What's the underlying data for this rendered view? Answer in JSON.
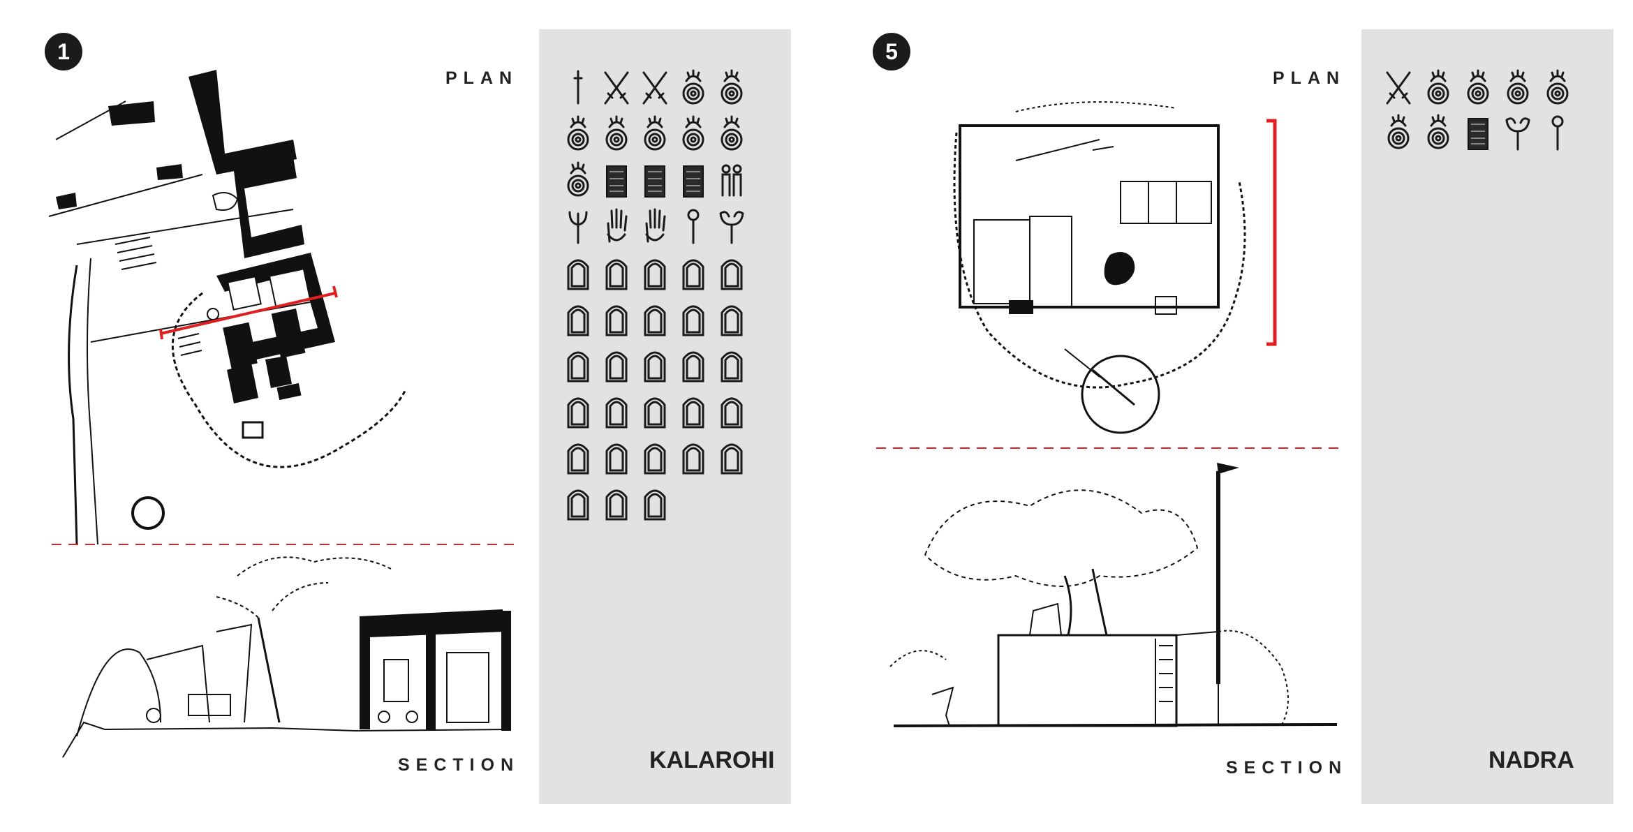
{
  "sheets": [
    {
      "number": "1",
      "plan_label": "PLAN",
      "section_label": "SECTION",
      "site_name": "KALAROHI",
      "symbols": [
        "dagger-icon",
        "crossed-swords-icon",
        "crossed-swords-icon",
        "coiled-serpent-icon",
        "coiled-serpent-icon",
        "coiled-serpent-icon",
        "coiled-serpent-icon",
        "coiled-serpent-icon",
        "coiled-serpent-icon",
        "coiled-serpent-icon",
        "coiled-serpent-icon",
        "carved-slab-icon",
        "carved-slab-icon",
        "carved-slab-icon",
        "figures-icon",
        "trident-icon",
        "hand-icon",
        "hand-icon",
        "mace-icon",
        "horns-icon",
        "shrine-niche-icon",
        "shrine-niche-icon",
        "shrine-niche-icon",
        "shrine-niche-icon",
        "shrine-niche-icon",
        "shrine-niche-icon",
        "shrine-niche-icon",
        "shrine-niche-icon",
        "shrine-niche-icon",
        "shrine-niche-icon",
        "shrine-niche-icon",
        "shrine-niche-icon",
        "shrine-niche-icon",
        "shrine-niche-icon",
        "shrine-niche-icon",
        "shrine-niche-icon",
        "shrine-niche-icon",
        "shrine-niche-icon",
        "shrine-niche-icon",
        "shrine-niche-icon",
        "shrine-niche-icon",
        "shrine-niche-icon",
        "shrine-niche-icon",
        "shrine-niche-icon",
        "shrine-niche-icon",
        "shrine-niche-icon",
        "shrine-niche-icon",
        "shrine-niche-icon"
      ]
    },
    {
      "number": "5",
      "plan_label": "PLAN",
      "section_label": "SECTION",
      "site_name": "NADRA",
      "symbols": [
        "crossed-swords-icon",
        "coiled-serpent-icon",
        "coiled-serpent-icon",
        "coiled-serpent-icon",
        "coiled-serpent-icon",
        "coiled-serpent-icon",
        "coiled-serpent-icon",
        "carved-slab-icon",
        "horns-icon",
        "mace-icon"
      ]
    }
  ],
  "colors": {
    "section_cut": "#e02020",
    "panel": "#e2e2e2",
    "ink": "#111111"
  }
}
